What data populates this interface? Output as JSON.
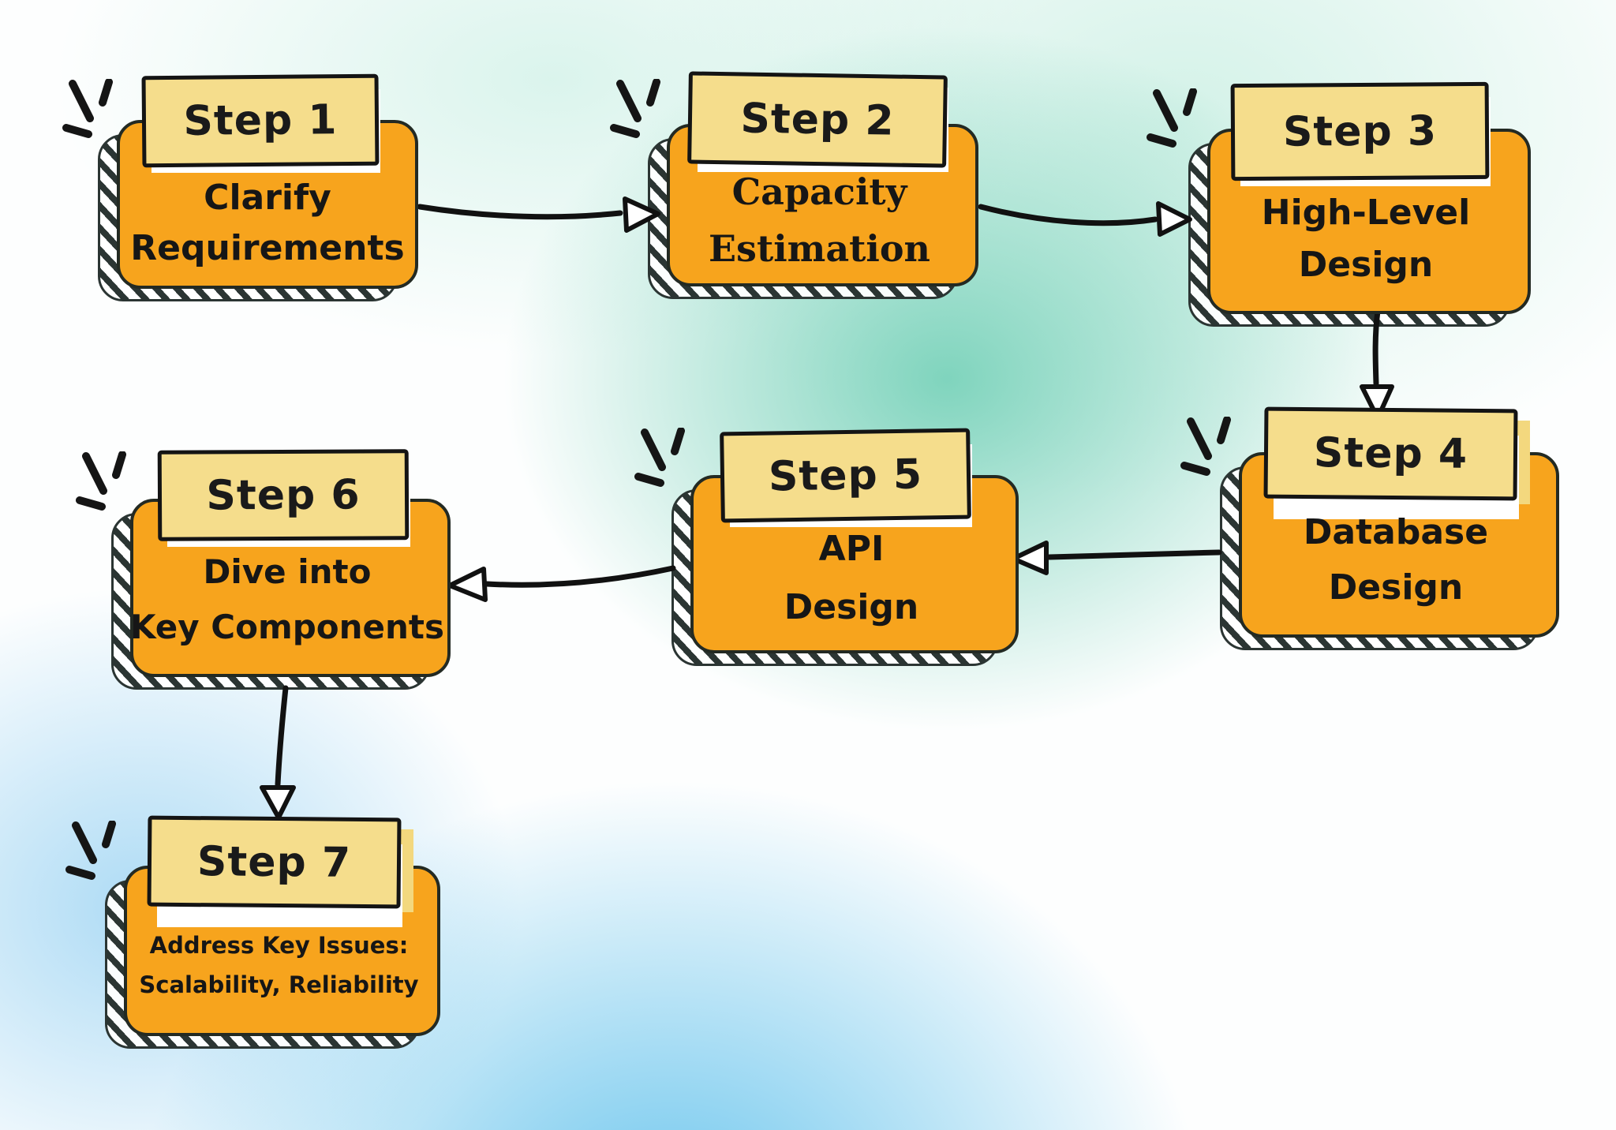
{
  "steps": [
    {
      "label": "Step 1",
      "lines": [
        "Clarify",
        "Requirements"
      ]
    },
    {
      "label": "Step 2",
      "lines": [
        "Capacity",
        "Estimation"
      ]
    },
    {
      "label": "Step 3",
      "lines": [
        "High-Level",
        "Design"
      ]
    },
    {
      "label": "Step 4",
      "lines": [
        "Database",
        "Design"
      ]
    },
    {
      "label": "Step 5",
      "lines": [
        "API",
        "Design"
      ]
    },
    {
      "label": "Step 6",
      "lines": [
        "Dive into",
        "Key Components"
      ]
    },
    {
      "label": "Step 7",
      "lines": [
        "Address Key Issues:",
        "Scalability, Reliability"
      ]
    }
  ],
  "connections": [
    {
      "from": "Step 1",
      "to": "Step 2",
      "direction": "right"
    },
    {
      "from": "Step 2",
      "to": "Step 3",
      "direction": "right"
    },
    {
      "from": "Step 3",
      "to": "Step 4",
      "direction": "down"
    },
    {
      "from": "Step 4",
      "to": "Step 5",
      "direction": "left"
    },
    {
      "from": "Step 5",
      "to": "Step 6",
      "direction": "left"
    },
    {
      "from": "Step 6",
      "to": "Step 7",
      "direction": "down"
    }
  ],
  "colors": {
    "box_fill": "#F7A41D",
    "label_fill": "#F5DD8C",
    "outline": "#1a1a1a",
    "shadow_hatch": "#2B3533",
    "label_shadow_white": "#FFFFFF",
    "label_shadow_yellow": "#F3D87E",
    "bg_teal": "#79D2BA",
    "bg_blue": "#63C2EC",
    "text": "#161616"
  }
}
